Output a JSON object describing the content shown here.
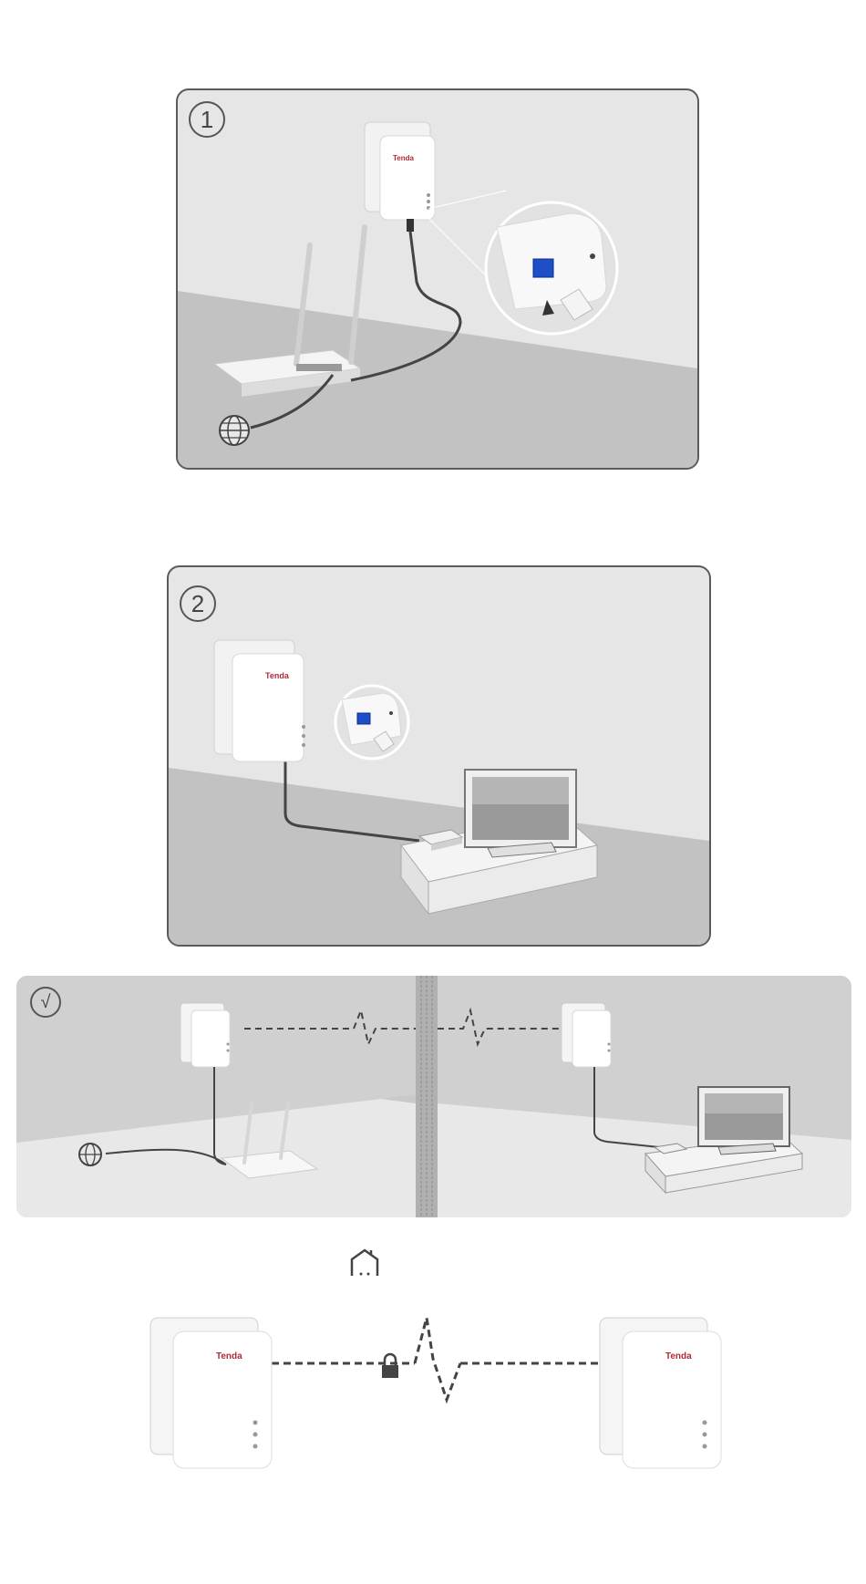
{
  "steps": {
    "step1": {
      "badge": "1"
    },
    "step2": {
      "badge": "2"
    },
    "done": {
      "badge": "√"
    }
  },
  "brand": {
    "label": "Tenda"
  },
  "icons": {
    "globe": "globe-icon",
    "home": "home-icon",
    "lock": "lock-icon",
    "check": "checkmark-icon"
  },
  "colors": {
    "panel_bg": "#e6e6e6",
    "floor": "#c2c2c2",
    "border": "#5a5a5a",
    "port": "#1e4fc8",
    "brand": "#b02a3a"
  }
}
